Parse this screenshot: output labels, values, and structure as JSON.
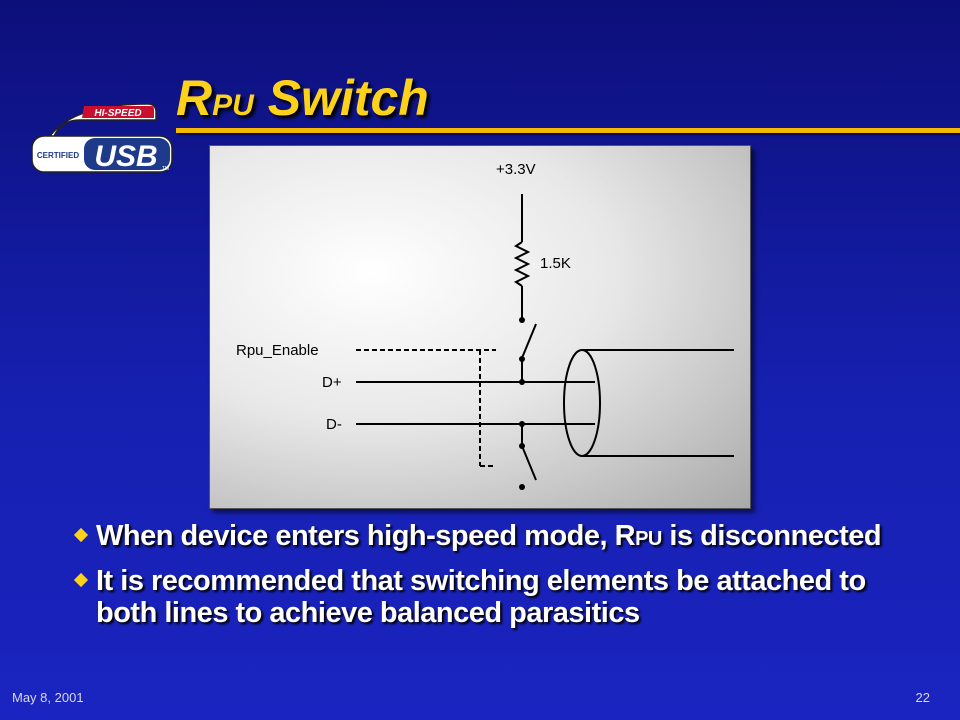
{
  "slide": {
    "title_main": "R",
    "title_sub": "PU",
    "title_rest": " Switch",
    "logo": {
      "top_text": "HI-SPEED",
      "side_text": "CERTIFIED",
      "main_text": "USB",
      "tm": "TM"
    },
    "diagram": {
      "voltage": "+3.3V",
      "resistor": "1.5K",
      "enable_label": "Rpu_Enable",
      "dplus_label": "D+",
      "dminus_label": "D-"
    },
    "bullets": [
      {
        "pre": "When device enters high-speed mode, R",
        "sub": "PU",
        "post": " is disconnected"
      },
      {
        "pre": "It is recommended that switching elements be attached to both lines to achieve balanced parasitics",
        "sub": "",
        "post": ""
      }
    ],
    "footer": {
      "date": "May 8, 2001",
      "page": "22"
    },
    "colors": {
      "background": "#1620b0",
      "title": "#ffd21a",
      "rule": "#f5b800",
      "bullet_text": "#ffffff"
    }
  }
}
